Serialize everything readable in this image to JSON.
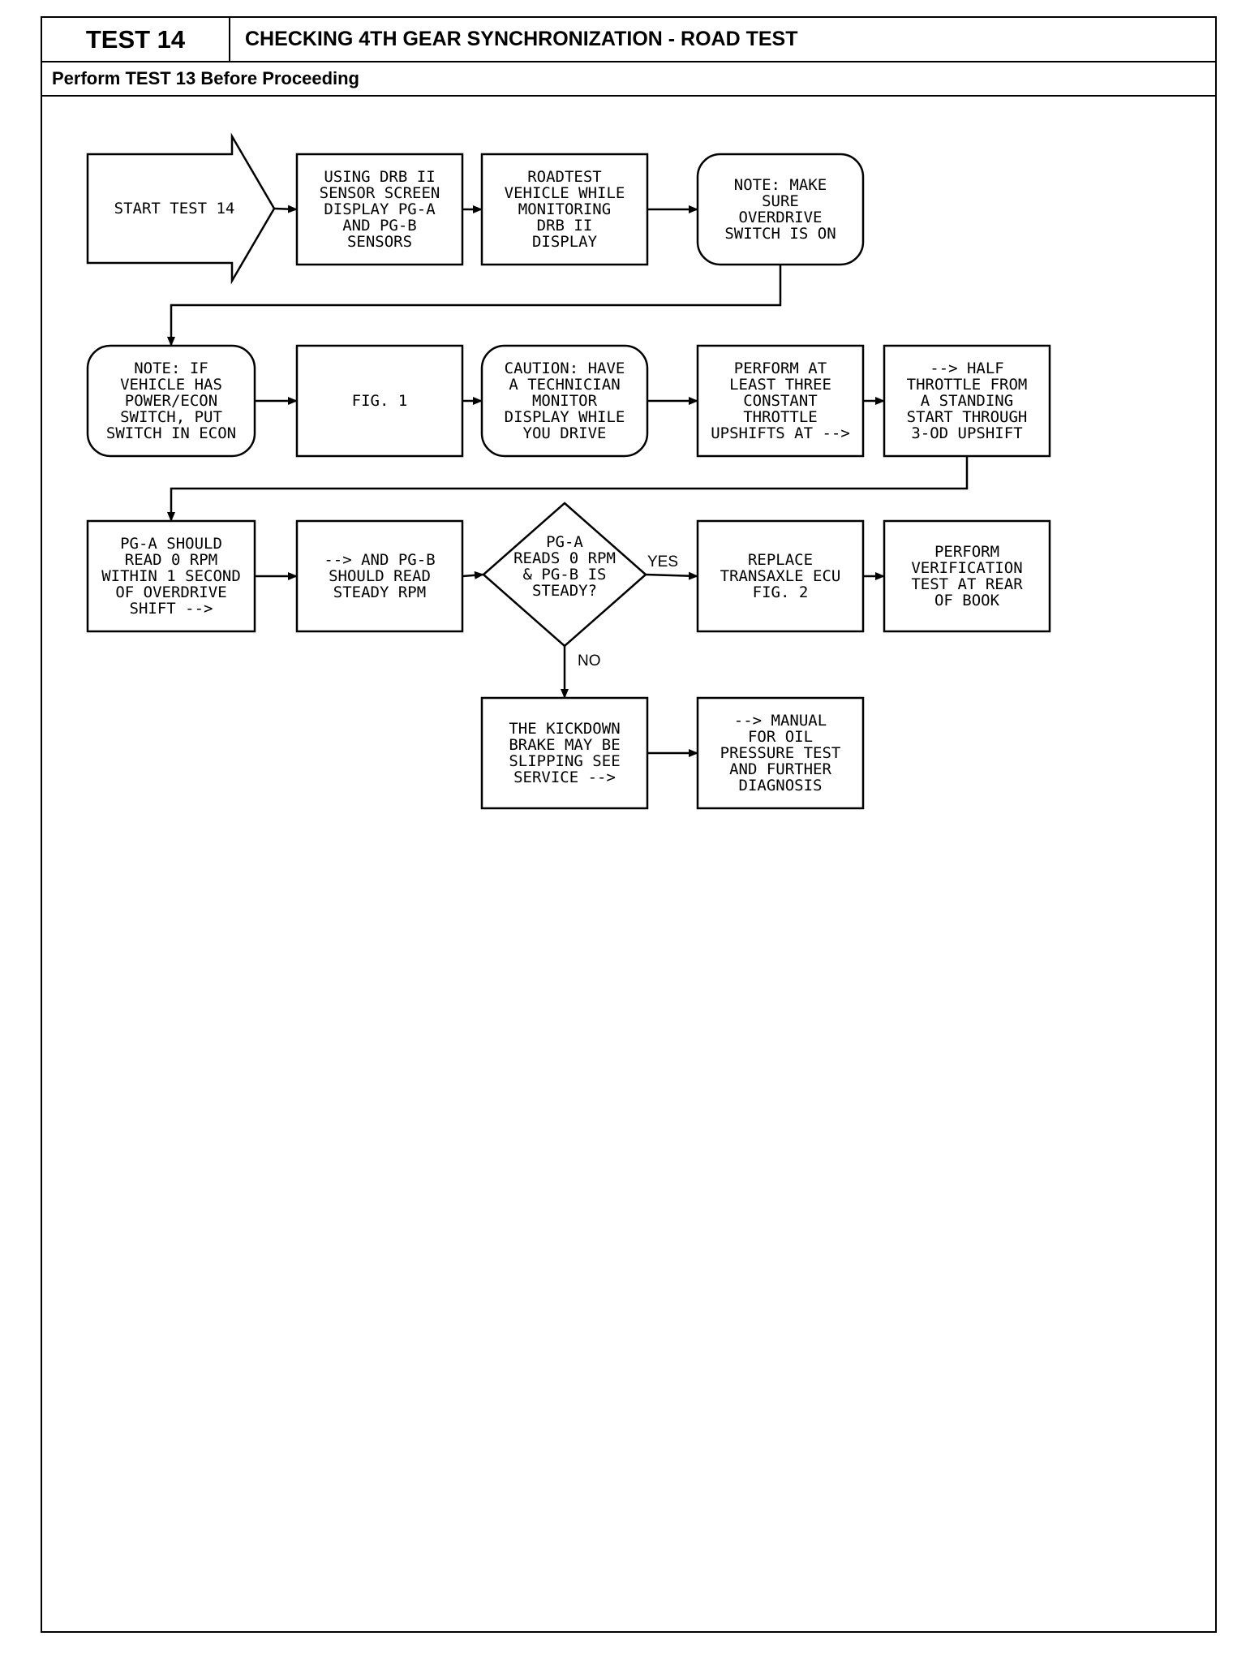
{
  "header": {
    "test_id": "TEST 14",
    "title": "CHECKING 4TH GEAR SYNCHRONIZATION - ROAD TEST",
    "prerequisite": "Perform TEST 13 Before Proceeding"
  },
  "flow": {
    "nodes": [
      {
        "id": "start",
        "shape": "arrow",
        "lines": [
          "START TEST 14"
        ]
      },
      {
        "id": "n1",
        "shape": "rect",
        "lines": [
          "USING DRB II",
          "SENSOR SCREEN",
          "DISPLAY PG-A",
          "AND PG-B",
          "SENSORS"
        ]
      },
      {
        "id": "n2",
        "shape": "rect",
        "lines": [
          "ROADTEST",
          "VEHICLE WHILE",
          "MONITORING",
          "DRB II",
          "DISPLAY"
        ]
      },
      {
        "id": "n3",
        "shape": "rounded",
        "lines": [
          "NOTE: MAKE",
          "SURE",
          "OVERDRIVE",
          "SWITCH IS ON"
        ]
      },
      {
        "id": "n4",
        "shape": "rounded",
        "lines": [
          "NOTE: IF",
          "VEHICLE HAS",
          "POWER/ECON",
          "SWITCH, PUT",
          "SWITCH IN ECON"
        ]
      },
      {
        "id": "n5",
        "shape": "rect",
        "lines": [
          "FIG. 1"
        ]
      },
      {
        "id": "n6",
        "shape": "rounded",
        "lines": [
          "CAUTION: HAVE",
          "A TECHNICIAN",
          "MONITOR",
          "DISPLAY WHILE",
          "YOU DRIVE"
        ]
      },
      {
        "id": "n7",
        "shape": "rect",
        "lines": [
          "PERFORM AT",
          "LEAST THREE",
          "CONSTANT",
          "THROTTLE",
          "UPSHIFTS AT -->"
        ]
      },
      {
        "id": "n8",
        "shape": "rect",
        "lines": [
          "--> HALF",
          "THROTTLE FROM",
          "A STANDING",
          "START THROUGH",
          "3-OD UPSHIFT"
        ]
      },
      {
        "id": "n9",
        "shape": "rect",
        "lines": [
          "PG-A SHOULD",
          "READ 0 RPM",
          "WITHIN 1 SECOND",
          "OF OVERDRIVE",
          "SHIFT -->"
        ]
      },
      {
        "id": "n10",
        "shape": "rect",
        "lines": [
          "--> AND PG-B",
          "SHOULD READ",
          "STEADY RPM"
        ]
      },
      {
        "id": "d1",
        "shape": "diamond",
        "lines": [
          "PG-A",
          "READS 0 RPM",
          "& PG-B IS",
          "STEADY?"
        ]
      },
      {
        "id": "n11",
        "shape": "rect",
        "lines": [
          "REPLACE",
          "TRANSAXLE ECU",
          "FIG. 2"
        ]
      },
      {
        "id": "n12",
        "shape": "rect",
        "lines": [
          "PERFORM",
          "VERIFICATION",
          "TEST AT REAR",
          "OF BOOK"
        ]
      },
      {
        "id": "n13",
        "shape": "rect",
        "lines": [
          "THE KICKDOWN",
          "BRAKE MAY BE",
          "SLIPPING SEE",
          "SERVICE -->"
        ]
      },
      {
        "id": "n14",
        "shape": "rect",
        "lines": [
          "--> MANUAL",
          "FOR OIL",
          "PRESSURE TEST",
          "AND FURTHER",
          "DIAGNOSIS"
        ]
      }
    ],
    "edges": [
      {
        "from": "start",
        "to": "n1",
        "label": ""
      },
      {
        "from": "n1",
        "to": "n2",
        "label": ""
      },
      {
        "from": "n2",
        "to": "n3",
        "label": ""
      },
      {
        "from": "n3",
        "to": "n4",
        "label": ""
      },
      {
        "from": "n4",
        "to": "n5",
        "label": ""
      },
      {
        "from": "n5",
        "to": "n6",
        "label": ""
      },
      {
        "from": "n6",
        "to": "n7",
        "label": ""
      },
      {
        "from": "n7",
        "to": "n8",
        "label": ""
      },
      {
        "from": "n8",
        "to": "n9",
        "label": ""
      },
      {
        "from": "n9",
        "to": "n10",
        "label": ""
      },
      {
        "from": "n10",
        "to": "d1",
        "label": ""
      },
      {
        "from": "d1",
        "to": "n11",
        "label": "YES"
      },
      {
        "from": "d1",
        "to": "n13",
        "label": "NO"
      },
      {
        "from": "n11",
        "to": "n12",
        "label": ""
      },
      {
        "from": "n13",
        "to": "n14",
        "label": ""
      }
    ]
  }
}
